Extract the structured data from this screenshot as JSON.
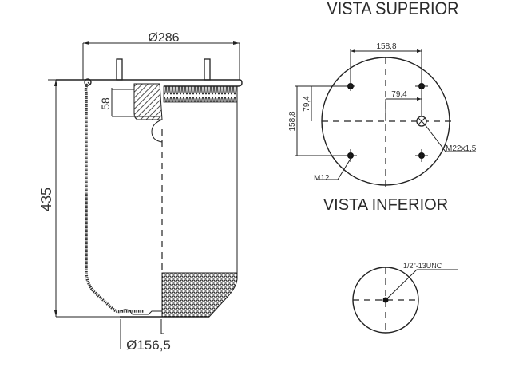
{
  "drawing": {
    "subject": "air spring bellows technical drawing",
    "side_view": {
      "dimensions": {
        "top_diameter": "Ø286",
        "height": "435",
        "top_plate_offset": "58",
        "bottom_diameter": "Ø156,5"
      }
    },
    "top_view": {
      "title": "VISTA SUPERIOR",
      "dimensions": {
        "bolt_spacing_horizontal": "158,8",
        "bolt_spacing_vertical": "158,8",
        "half_spacing_vertical": "79,4",
        "air_fitting_offset": "79,4"
      },
      "callouts": {
        "bolt_thread": "M12",
        "air_fitting_thread": "M22x1,5"
      }
    },
    "bottom_view": {
      "title": "VISTA INFERIOR",
      "callouts": {
        "bottom_thread": "1/2\"-13UNC"
      }
    }
  }
}
